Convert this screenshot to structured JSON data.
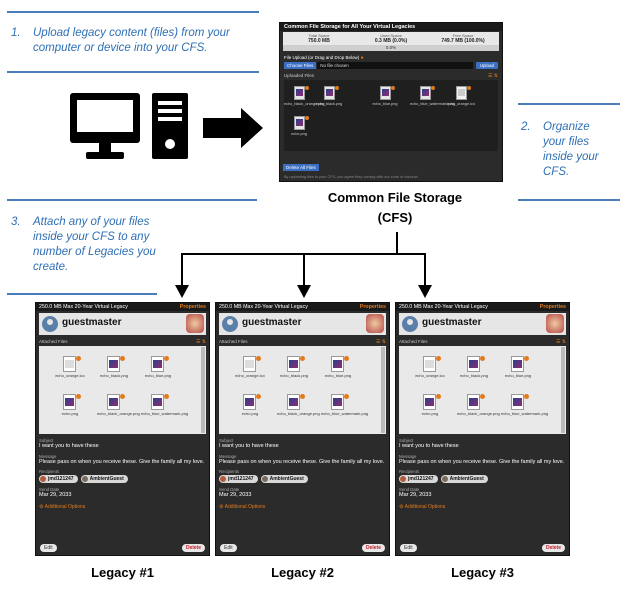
{
  "notes": {
    "n1_num": "1.",
    "n1_text": "Upload legacy content (files) from your computer or device into your CFS.",
    "n2_num": "2.",
    "n2_text": "Organize your files inside your CFS.",
    "n3_num": "3.",
    "n3_text": "Attach any of your files inside your CFS to any number of Legacies you create."
  },
  "cfs": {
    "title": "Common File Storage for All Your Virtual Legacies",
    "stats": [
      {
        "label": "Total Space",
        "value": "750.0 MB"
      },
      {
        "label": "Used Space",
        "value": "0.3 MB (0.0%)"
      },
      {
        "label": "Free Space",
        "value": "749.7 MB (100.0%)"
      }
    ],
    "progress": "0.0%",
    "upload_label": "File Upload (or Drag and Drop Below)",
    "choose_label": "Choose Files",
    "no_file": "No file chosen",
    "upload_button": "Upload",
    "files_label": "Uploaded Files",
    "files": [
      "echo_black_orange.png",
      "echo_black.png",
      "echo_blue.png",
      "echo_blue_watermark.png",
      "echo_orange.ico",
      "echo.png"
    ],
    "delete_all": "Delete All Files",
    "footer": "By uploading files to your CFS, you agree they comply with our code of conduct.",
    "caption_line1": "Common File Storage",
    "caption_line2": "(CFS)"
  },
  "legacy": {
    "title": "250.0 MB Max 20-Year Virtual Legacy",
    "properties": "Properties",
    "username": "guestmaster",
    "attached_label": "Attached Files",
    "files": [
      "echo_orange.ico",
      "echo_black.png",
      "echo_blue.png",
      "echo.png",
      "echo_black_orange.png",
      "echo_blue_watermark.png"
    ],
    "subject_label": "Subject",
    "subject": "I want you to have these",
    "message_label": "Message",
    "message": "Please pass on when you receive these. Give the family all my love.",
    "recipients_label": "Recipients",
    "recipients": [
      "jmd121247",
      "AmbientGuest"
    ],
    "send_date_label": "Send Date",
    "send_date": "Mar 29, 2033",
    "additional": "Additional Options",
    "edit": "Edit",
    "delete": "Delete"
  },
  "captions": [
    "Legacy #1",
    "Legacy #2",
    "Legacy #3"
  ],
  "colors": {
    "note_blue": "#2e6fb5",
    "accent_orange": "#e07b1f",
    "button_blue": "#3a6fc4",
    "delete_red": "#c0202a"
  }
}
